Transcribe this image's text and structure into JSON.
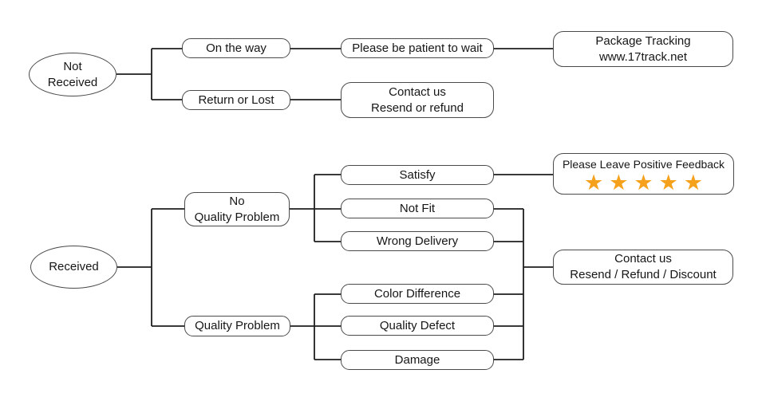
{
  "colors": {
    "line": "#1f1f1f",
    "box_border": "#4a4a4a",
    "text": "#161616",
    "star": "#f5a11b",
    "background": "#ffffff"
  },
  "nodes": {
    "not_received": {
      "line1": "Not",
      "line2": "Received"
    },
    "received": {
      "label": "Received"
    },
    "on_the_way": {
      "label": "On the way"
    },
    "return_or_lost": {
      "label": "Return or Lost"
    },
    "please_be_patient": {
      "label": "Please be patient to wait"
    },
    "package_tracking": {
      "line1": "Package Tracking",
      "line2": "www.17track.net"
    },
    "contact_resend_refund": {
      "line1": "Contact us",
      "line2": "Resend or refund"
    },
    "no_quality_problem": {
      "line1": "No",
      "line2": "Quality Problem"
    },
    "quality_problem": {
      "label": "Quality Problem"
    },
    "satisfy": {
      "label": "Satisfy"
    },
    "not_fit": {
      "label": "Not Fit"
    },
    "wrong_delivery": {
      "label": "Wrong Delivery"
    },
    "color_difference": {
      "label": "Color Difference"
    },
    "quality_defect": {
      "label": "Quality Defect"
    },
    "damage": {
      "label": "Damage"
    },
    "positive_feedback": {
      "label": "Please Leave Positive Feedback",
      "stars": "★★★★★",
      "star_count": 5
    },
    "contact_resend_refund_discount": {
      "line1": "Contact us",
      "line2": "Resend / Refund / Discount"
    }
  }
}
